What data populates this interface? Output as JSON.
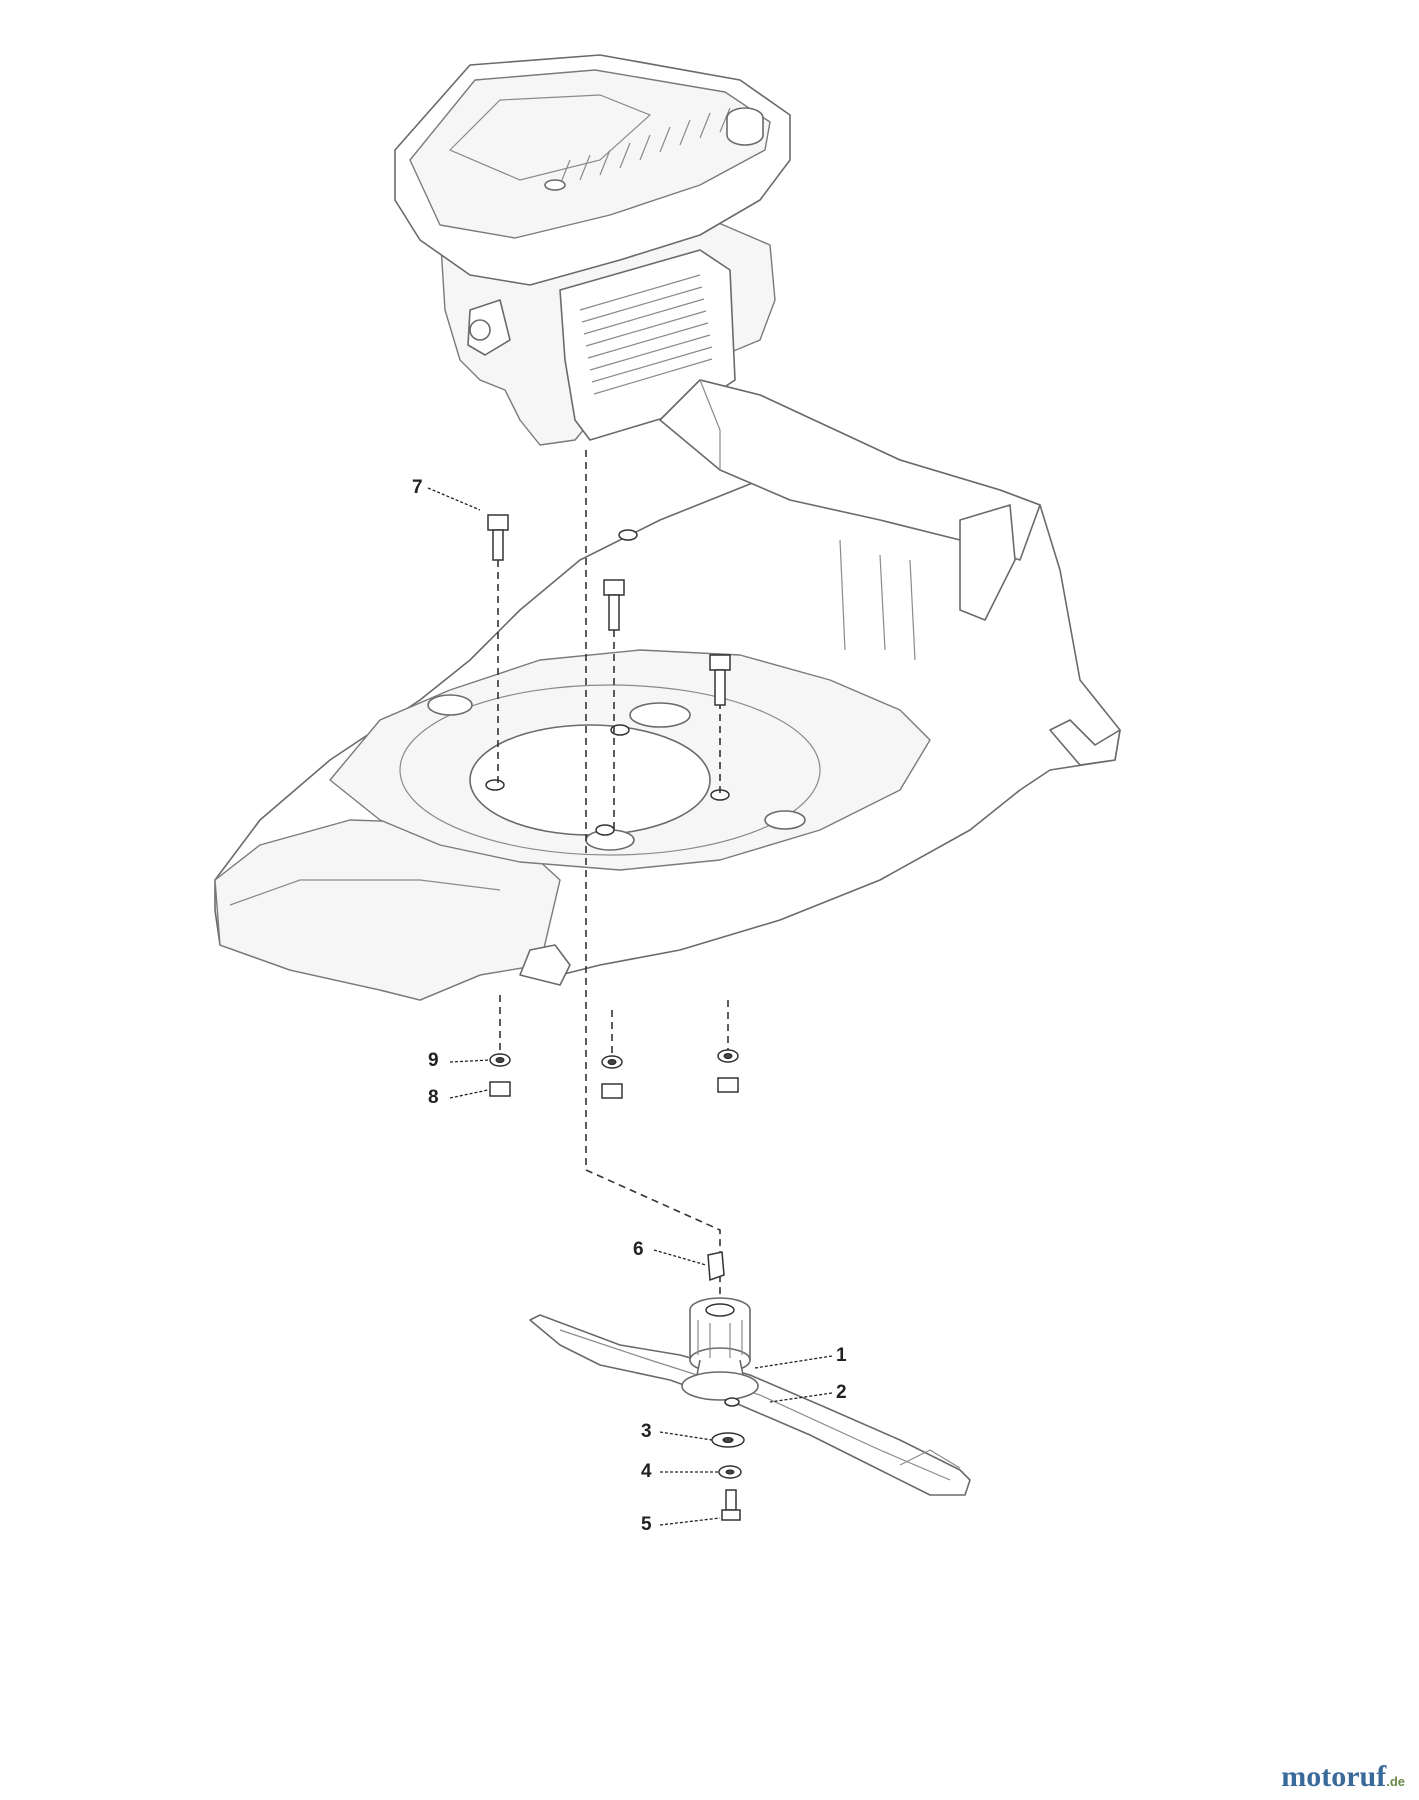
{
  "callouts": [
    {
      "id": "1",
      "label": "1"
    },
    {
      "id": "2",
      "label": "2"
    },
    {
      "id": "3",
      "label": "3"
    },
    {
      "id": "4",
      "label": "4"
    },
    {
      "id": "5",
      "label": "5"
    },
    {
      "id": "6",
      "label": "6"
    },
    {
      "id": "7",
      "label": "7"
    },
    {
      "id": "8",
      "label": "8"
    },
    {
      "id": "9",
      "label": "9"
    }
  ],
  "watermark": {
    "text": "motoruf",
    "suffix": ".de"
  },
  "colors": {
    "line": "#6a6a6a",
    "hardware": "#333333",
    "watermark_blue": "#3a6a9a",
    "watermark_green": "#6a8a4a"
  }
}
